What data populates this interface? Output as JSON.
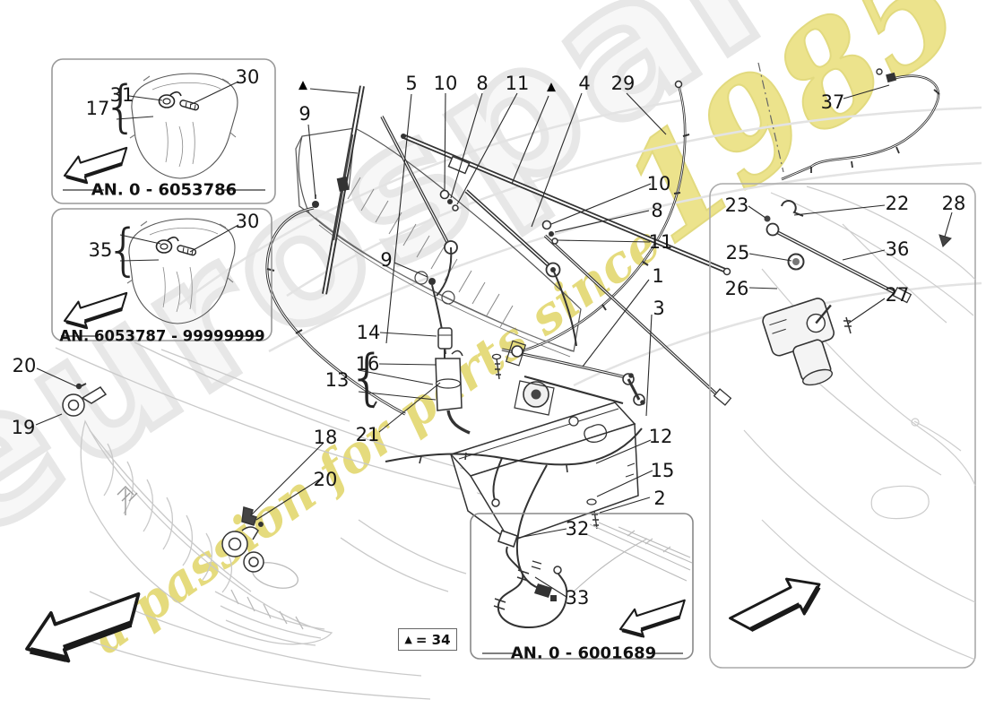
{
  "watermark": {
    "brand": "eurospares",
    "slogan": "a passion for parts since",
    "year": "1985",
    "slogan_color": "#ddd052",
    "outline_color": "#e7e7e7"
  },
  "symbols": {
    "triangle": "▲",
    "brace": "{"
  },
  "insets": {
    "top": {
      "caption": "AN. 0 - 6053786"
    },
    "middle": {
      "caption": "AN. 6053787 - 99999999"
    },
    "bottom": {
      "caption": "AN. 0 - 6001689"
    },
    "legend": {
      "equals": "= 34"
    }
  },
  "callouts": {
    "c9a": "9",
    "c5": "5",
    "c10a": "10",
    "c8a": "8",
    "c11a": "11",
    "c4": "4",
    "c29": "29",
    "c37": "37",
    "c10b": "10",
    "c8b": "8",
    "c11b": "11",
    "c1": "1",
    "c3": "3",
    "c9b": "9",
    "c14": "14",
    "c16": "16",
    "c13": "13",
    "c21": "21",
    "c18": "18",
    "c20b": "20",
    "c20a": "20",
    "c19": "19",
    "c12": "12",
    "c15": "15",
    "c2": "2",
    "c32": "32",
    "c33": "33",
    "c23": "23",
    "c22": "22",
    "c28": "28",
    "c25": "25",
    "c36": "36",
    "c26": "26",
    "c27": "27",
    "c17": "17",
    "c31": "31",
    "c30a": "30",
    "c35": "35",
    "c30b": "30"
  }
}
